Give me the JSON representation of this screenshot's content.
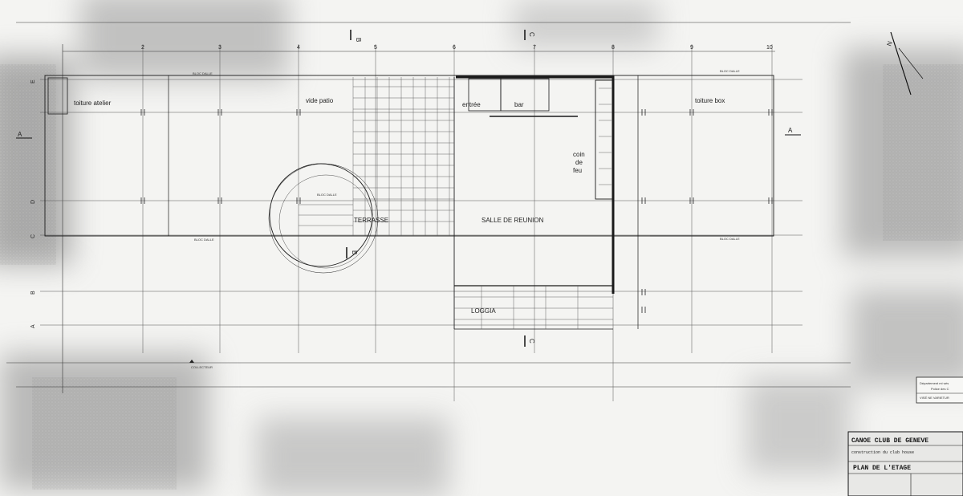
{
  "grid": {
    "columns": [
      "2",
      "3",
      "4",
      "5",
      "6",
      "7",
      "8",
      "9",
      "10"
    ],
    "rows": [
      "E",
      "D",
      "C",
      "B",
      "A"
    ]
  },
  "sections": {
    "A": "A",
    "B": "B",
    "C": "C"
  },
  "rooms": {
    "toiture_atelier": "toiture atelier",
    "vide_patio": "vide patio",
    "entree": "entrée",
    "bar": "bar",
    "coin": "coin",
    "de": "de",
    "feu": "feu",
    "toiture_box": "toiture box",
    "terrasse": "TERRASSE",
    "salle": "SALLE DE REUNION",
    "loggia": "LOGGIA"
  },
  "notes": {
    "bloc_dalle_1": "BLOC DALLE",
    "bloc_dalle_2": "BLOC DALLE",
    "bloc_dalle_3": "BLOC DALLE",
    "bloc_dalle_4": "BLOC DALLE",
    "bloc_dalle_5": "BLOC DALLE",
    "collecteur": "COLLECTEUR"
  },
  "north": "N",
  "stamp": {
    "line1": "Département mi·ués",
    "line2": "Police des C",
    "line3": "VISÉ NE VARIETUR"
  },
  "title_block": {
    "client": "CANOE CLUB DE GENEVE",
    "project": "construction du club house",
    "drawing": "PLAN DE L'ETAGE"
  },
  "colors": {
    "ink": "#1a1a1a",
    "paper": "#f4f4f2",
    "smudge": "#7d7d7d"
  }
}
